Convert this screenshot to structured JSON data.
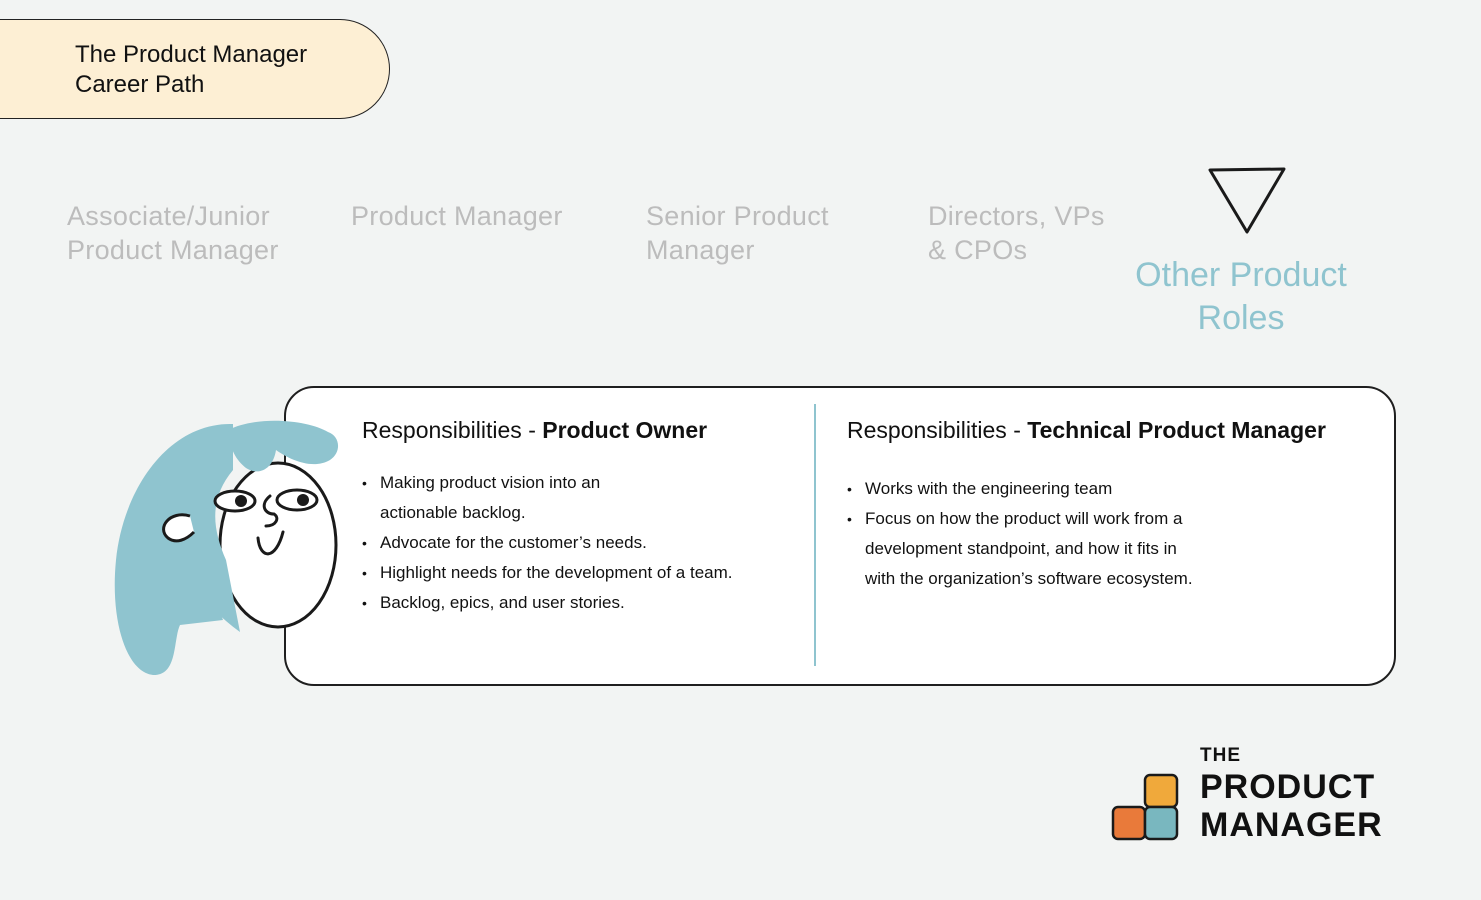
{
  "header": {
    "title_line1": "The Product Manager",
    "title_line2": "Career Path"
  },
  "tabs": [
    {
      "line1": "Associate/Junior",
      "line2": "Product Manager"
    },
    {
      "line1": "Product Manager",
      "line2": ""
    },
    {
      "line1": "Senior Product",
      "line2": "Manager"
    },
    {
      "line1": "Directors, VPs",
      "line2": "& CPOs"
    }
  ],
  "active_tab": {
    "line1": "Other Product",
    "line2": "Roles"
  },
  "card": {
    "left": {
      "heading_prefix": "Responsibilities - ",
      "heading_role": "Product Owner",
      "bullets": [
        {
          "line1": "Making product vision into an",
          "line2": "actionable backlog."
        },
        {
          "line1": "Advocate for the customer’s needs.",
          "line2": ""
        },
        {
          "line1": "Highlight needs for the development of a team.",
          "line2": ""
        },
        {
          "line1": "Backlog, epics, and user stories.",
          "line2": ""
        }
      ]
    },
    "right": {
      "heading_prefix": "Responsibilities - ",
      "heading_role": "Technical Product Manager",
      "bullets": [
        {
          "line1": "Works with the engineering team",
          "line2": "",
          "line3": ""
        },
        {
          "line1": "Focus on how the product will work from a",
          "line2": "development standpoint, and how it fits in",
          "line3": "with the organization’s software ecosystem."
        }
      ]
    }
  },
  "logo": {
    "line1": "THE",
    "line2": "PRODUCT",
    "line3": "MANAGER"
  },
  "colors": {
    "background": "#f2f4f3",
    "title_fill": "#fdefd4",
    "accent_blue": "#8fc4cf",
    "inactive_tab": "#bcbcbc",
    "logo_yellow": "#f0a93b",
    "logo_orange": "#e97a3a",
    "logo_teal": "#79b7bf"
  },
  "icons": [
    "down-triangle-icon",
    "character-face-icon",
    "logo-blocks-icon"
  ]
}
